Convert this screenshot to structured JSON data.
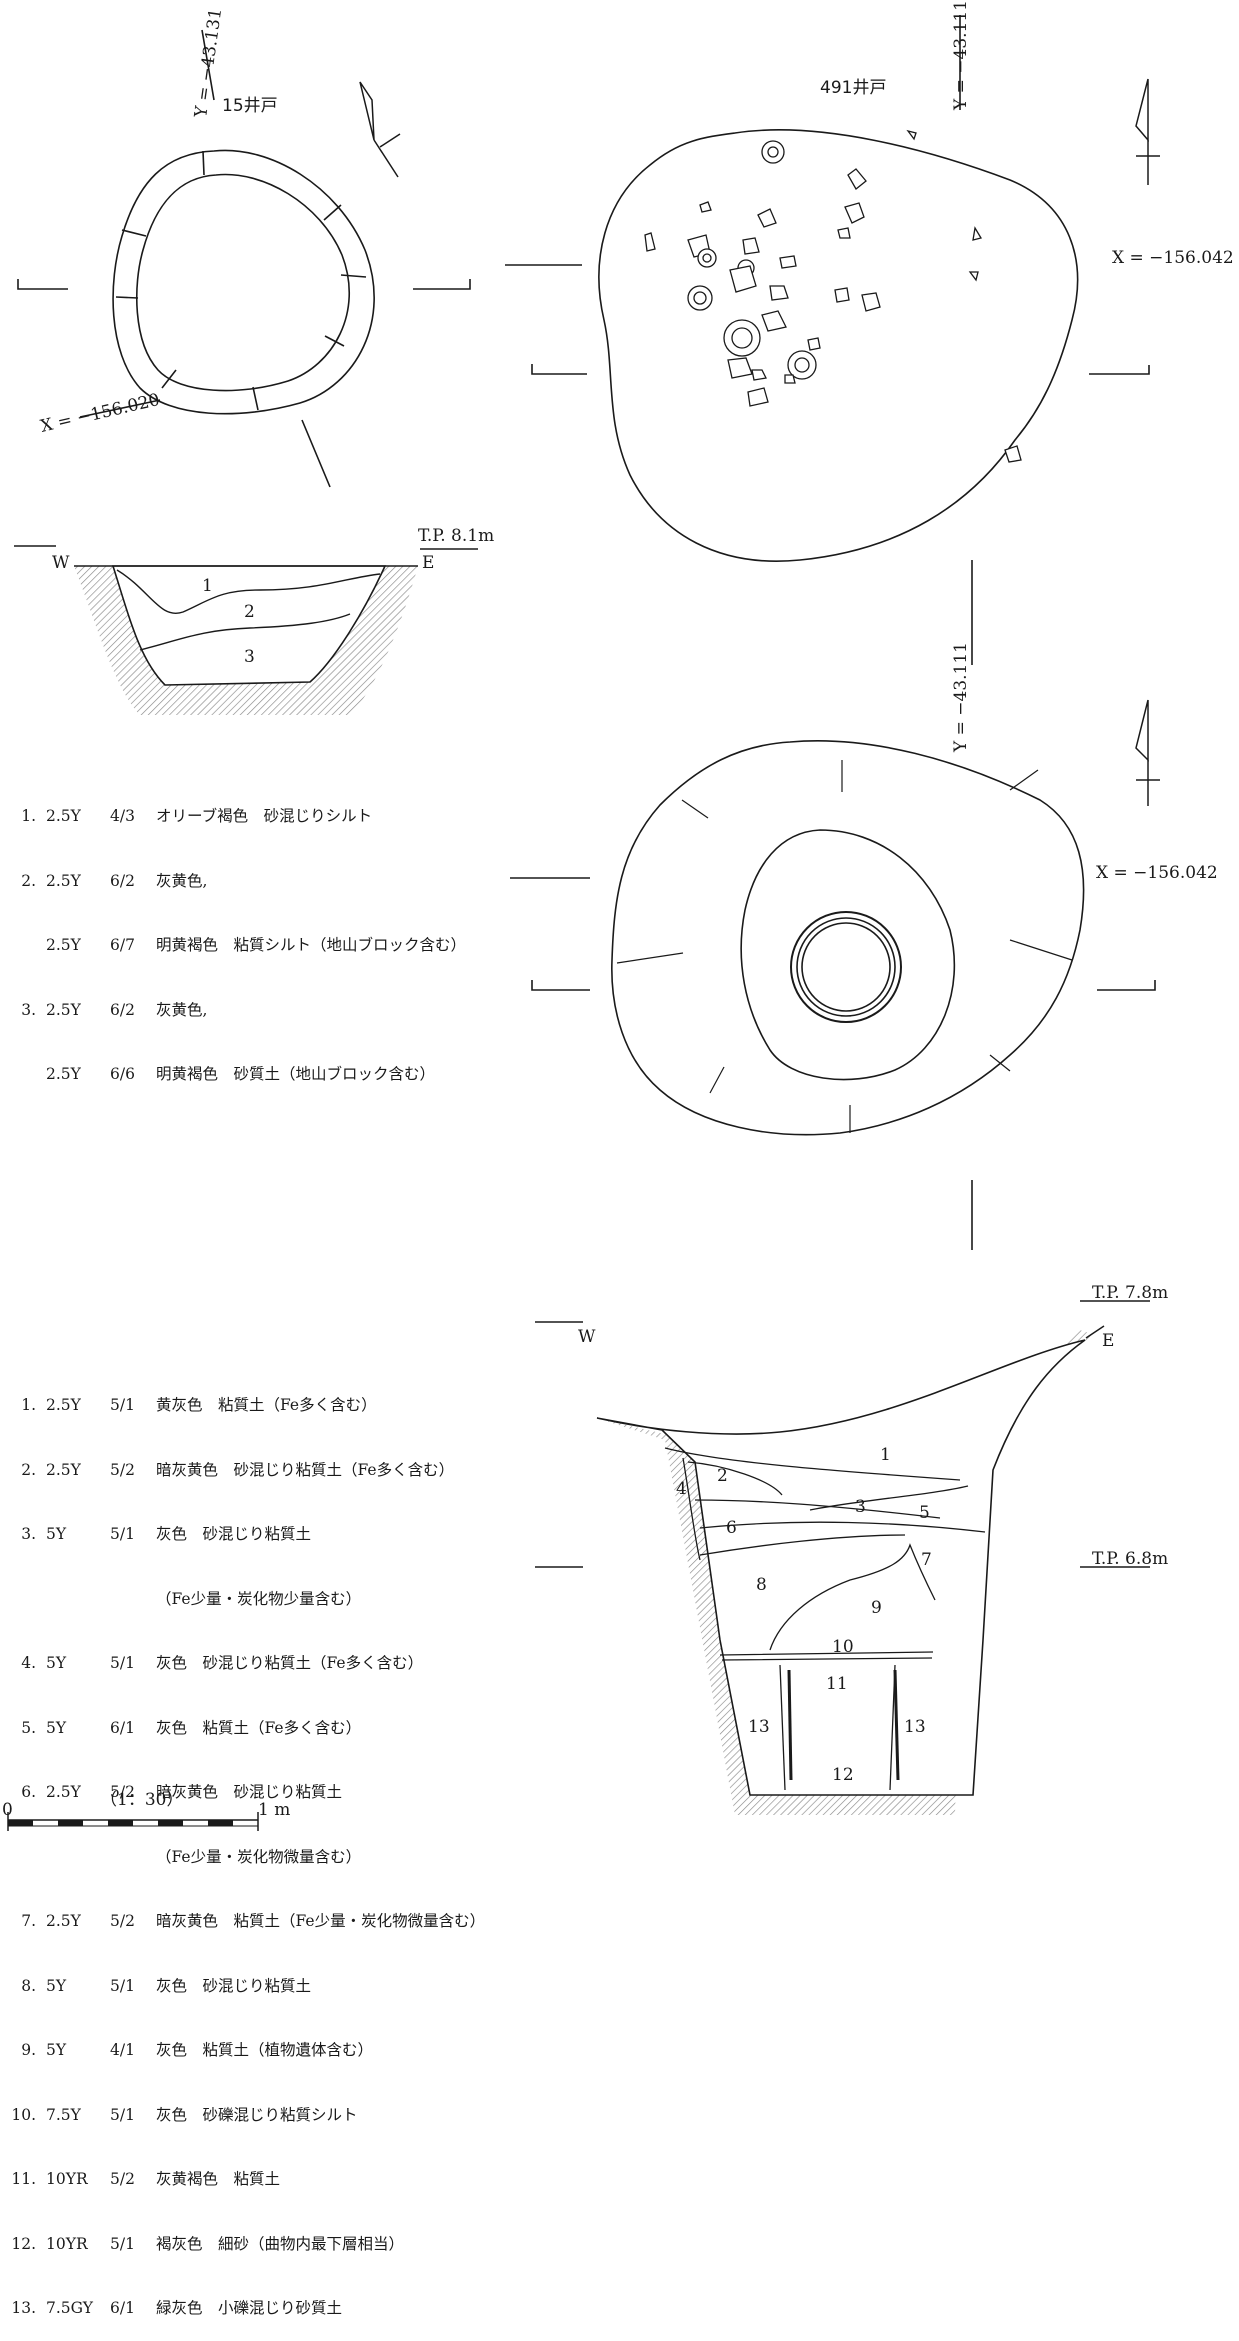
{
  "well15": {
    "title": "15井戸",
    "y_coord": "Y = −43.131",
    "x_coord": "X = −156.020",
    "section_level": "T.P. 8.1m",
    "west": "W",
    "east": "E",
    "layer_labels": [
      "1",
      "2",
      "3"
    ],
    "legend": [
      {
        "num": "1.",
        "code": "2.5Y",
        "munsell": "4/3",
        "desc": "オリーブ褐色　砂混じりシルト"
      },
      {
        "num": "2.",
        "code": "2.5Y",
        "munsell": "6/2",
        "desc": "灰黄色,"
      },
      {
        "num": "",
        "code": "2.5Y",
        "munsell": "6/7",
        "desc": "明黄褐色　粘質シルト（地山ブロック含む）"
      },
      {
        "num": "3.",
        "code": "2.5Y",
        "munsell": "6/2",
        "desc": "灰黄色,"
      },
      {
        "num": "",
        "code": "2.5Y",
        "munsell": "6/6",
        "desc": "明黄褐色　砂質土（地山ブロック含む）"
      }
    ]
  },
  "well491": {
    "title": "491井戸",
    "y_coord_top": "Y = −43.111",
    "x_coord_top": "X = −156.042",
    "y_coord_mid": "Y = −43.111",
    "x_coord_mid": "X = −156.042",
    "section_level_top": "T.P. 7.8m",
    "section_level_mid": "T.P. 6.8m",
    "west": "W",
    "east": "E",
    "layer_labels": [
      "1",
      "2",
      "3",
      "4",
      "5",
      "6",
      "7",
      "8",
      "9",
      "10",
      "11",
      "12",
      "13",
      "13"
    ],
    "legend": [
      {
        "num": "1.",
        "code": "2.5Y",
        "munsell": "5/1",
        "desc": "黄灰色　粘質土（Fe多く含む）"
      },
      {
        "num": "2.",
        "code": "2.5Y",
        "munsell": "5/2",
        "desc": "暗灰黄色　砂混じり粘質土（Fe多く含む）"
      },
      {
        "num": "3.",
        "code": "5Y",
        "munsell": "5/1",
        "desc": "灰色　砂混じり粘質土"
      },
      {
        "num": "",
        "code": "",
        "munsell": "",
        "desc": "（Fe少量・炭化物少量含む）"
      },
      {
        "num": "4.",
        "code": "5Y",
        "munsell": "5/1",
        "desc": "灰色　砂混じり粘質土（Fe多く含む）"
      },
      {
        "num": "5.",
        "code": "5Y",
        "munsell": "6/1",
        "desc": "灰色　粘質土（Fe多く含む）"
      },
      {
        "num": "6.",
        "code": "2.5Y",
        "munsell": "5/2",
        "desc": "暗灰黄色　砂混じり粘質土"
      },
      {
        "num": "",
        "code": "",
        "munsell": "",
        "desc": "（Fe少量・炭化物微量含む）"
      },
      {
        "num": "7.",
        "code": "2.5Y",
        "munsell": "5/2",
        "desc": "暗灰黄色　粘質土（Fe少量・炭化物微量含む）"
      },
      {
        "num": "8.",
        "code": "5Y",
        "munsell": "5/1",
        "desc": "灰色　砂混じり粘質土"
      },
      {
        "num": "9.",
        "code": "5Y",
        "munsell": "4/1",
        "desc": "灰色　粘質土（植物遺体含む）"
      },
      {
        "num": "10.",
        "code": "7.5Y",
        "munsell": "5/1",
        "desc": "灰色　砂礫混じり粘質シルト"
      },
      {
        "num": "11.",
        "code": "10YR",
        "munsell": "5/2",
        "desc": "灰黄褐色　粘質土"
      },
      {
        "num": "12.",
        "code": "10YR",
        "munsell": "5/1",
        "desc": "褐灰色　細砂（曲物内最下層相当）"
      },
      {
        "num": "13.",
        "code": "7.5GY",
        "munsell": "6/1",
        "desc": "緑灰色　小礫混じり砂質土"
      }
    ]
  },
  "scale": {
    "ratio": "（1：30）",
    "zero": "0",
    "one_m": "1 m"
  },
  "colors": {
    "ink": "#1a1a1a",
    "hatch": "#8a8a8a"
  }
}
